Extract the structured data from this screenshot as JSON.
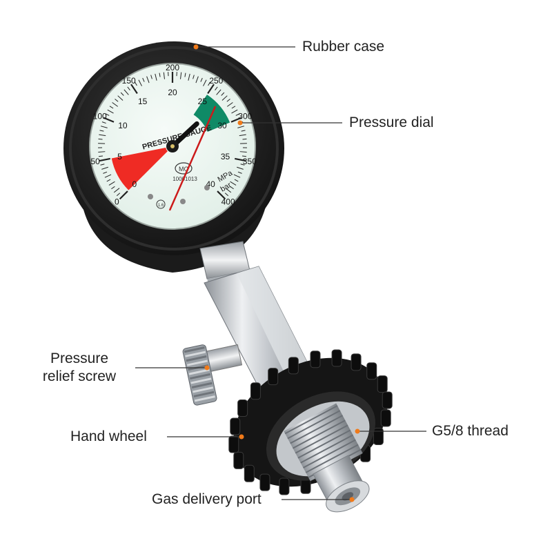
{
  "labels": {
    "rubber_case": "Rubber case",
    "pressure_dial": "Pressure dial",
    "relief_screw_line1": "Pressure",
    "relief_screw_line2": "relief screw",
    "hand_wheel": "Hand wheel",
    "thread": "G5/8 thread",
    "gas_port": "Gas delivery port"
  },
  "dial": {
    "title": "PRESSURE GAUGE",
    "outer_scale": [
      "0",
      "50",
      "100",
      "150",
      "200",
      "250",
      "300",
      "350",
      "400"
    ],
    "inner_scale": [
      "0",
      "5",
      "10",
      "15",
      "20",
      "25",
      "30",
      "35",
      "40"
    ],
    "unit_inner": "MPa",
    "unit_outer": "bar",
    "cert_mark": "MC",
    "cert_number": "10001013",
    "accuracy_class": "1.6",
    "pointer_value_mpa": 27,
    "zones": {
      "danger": "0-5",
      "ok": "25-30"
    }
  },
  "colors": {
    "leader_line": "#333333",
    "marker_dot": "#f07a1a",
    "danger_zone": "#ef2b24",
    "ok_zone": "#0f8a66",
    "dial_face": "#eef6f1",
    "rubber": "#1a1a1a",
    "metal": "#c9cdd2"
  }
}
